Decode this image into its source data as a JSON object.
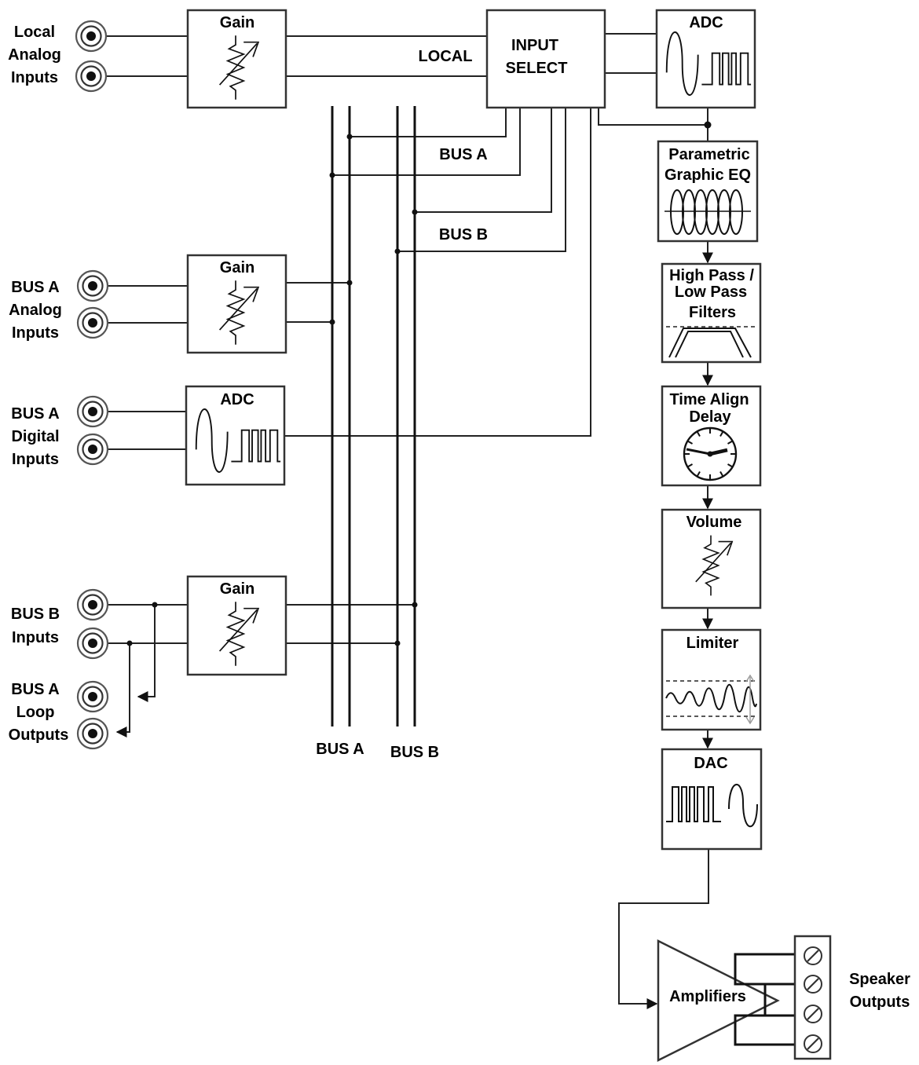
{
  "input_groups": {
    "local": [
      "Local",
      "Analog",
      "Inputs"
    ],
    "bus_a_analog": [
      "BUS A",
      "Analog",
      "Inputs"
    ],
    "bus_a_digital": [
      "BUS A",
      "Digital",
      "Inputs"
    ],
    "bus_b": [
      "BUS B",
      "Inputs"
    ],
    "bus_a_loop": [
      "BUS A",
      "Loop",
      "Outputs"
    ]
  },
  "blocks": {
    "gain_label": "Gain",
    "adc_label": "ADC",
    "input_select": [
      "INPUT",
      "SELECT"
    ],
    "eq": [
      "Parametric",
      "Graphic EQ"
    ],
    "filters": [
      "High Pass /",
      "Low Pass",
      "Filters"
    ],
    "delay": [
      "Time Align",
      "Delay"
    ],
    "volume": "Volume",
    "limiter": "Limiter",
    "dac": "DAC",
    "amplifiers": "Amplifiers"
  },
  "signal_labels": {
    "local": "LOCAL",
    "bus_a": "BUS A",
    "bus_b": "BUS B"
  },
  "speaker_outputs": [
    "Speaker",
    "Outputs"
  ],
  "icons": {
    "jack": "rca-jack-icon",
    "potentiometer": "potentiometer-icon",
    "adc": "sine-to-pulse-icon",
    "dac": "pulse-to-sine-icon",
    "eq": "eq-coil-icon",
    "filter": "filter-curve-icon",
    "clock": "clock-icon",
    "limiter": "limited-wave-icon",
    "amplifier": "amplifier-triangle-icon",
    "terminal": "screw-terminal-icon"
  }
}
